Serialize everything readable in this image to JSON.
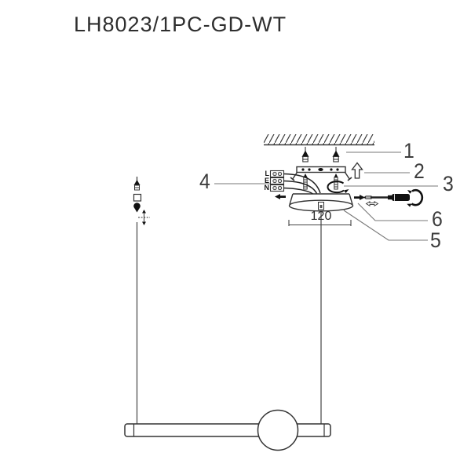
{
  "title": "LH8023/1PC-GD-WT",
  "callouts": {
    "c1": "1",
    "c2": "2",
    "c3": "3",
    "c4": "4",
    "c5": "5",
    "c6": "6"
  },
  "terminals": {
    "live": "L",
    "earth": "E",
    "neutral": "N"
  },
  "dimension": {
    "canopy_diameter": "120"
  },
  "colors": {
    "line": "#3a3a3a",
    "leader": "#777777",
    "solid_fill": "#111111",
    "background": "#ffffff"
  }
}
